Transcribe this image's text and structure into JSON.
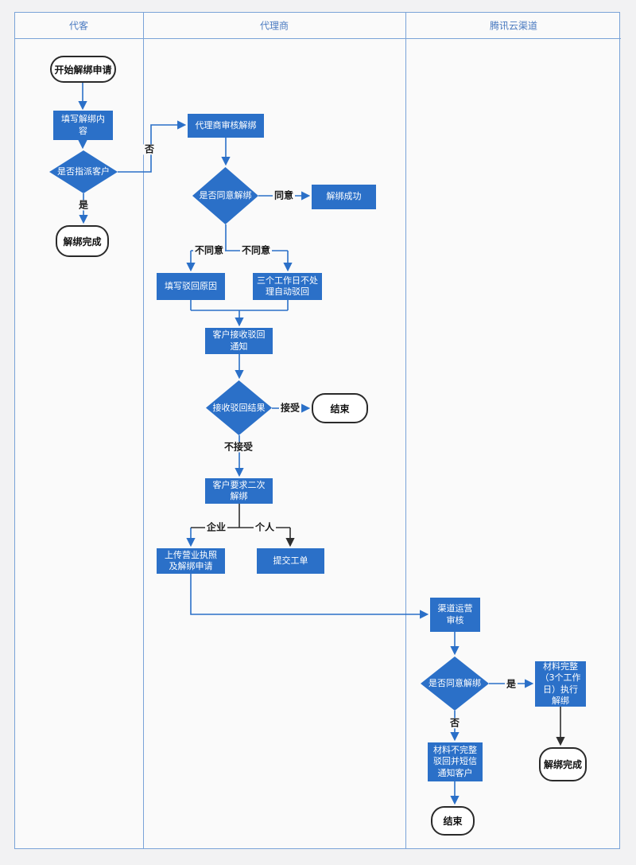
{
  "colors": {
    "node_blue": "#2b70c8",
    "connector_blue": "#2b70c8",
    "connector_black": "#2f2f2f",
    "lane_border": "#7aa3d8",
    "lane_bg": "#fafafa",
    "header_text": "#4a7ac0"
  },
  "lanes": {
    "customer": "代客",
    "agent": "代理商",
    "channel": "腾讯云渠道"
  },
  "nodes": {
    "start": "开始解绑申请",
    "fill_content": "填写解绑内\n容",
    "assigned_check": "是否指派客户",
    "unbind_done_1": "解绑完成",
    "agent_review": "代理商审核解绑",
    "agree_check_1": "是否同意解绑",
    "unbind_success": "解绑成功",
    "reject_reason": "填写驳回原因",
    "auto_reject": "三个工作日不处\n理自动驳回",
    "reject_notice": "客户接收驳回\n通知",
    "reject_result_check": "接收驳回结果",
    "end_1": "结束",
    "second_unbind": "客户要求二次\n解绑",
    "upload_license": "上传营业执照\n及解绑申请",
    "submit_ticket": "提交工单",
    "channel_review": "渠道运营\n审核",
    "agree_check_2": "是否同意解绑",
    "material_complete": "材料完整\n（3个工作\n日）执行\n解绑",
    "material_incomplete": "材料不完整\n驳回并短信\n通知客户",
    "end_2": "结束",
    "unbind_done_2": "解绑完成"
  },
  "edge_labels": {
    "no_1": "否",
    "yes_1": "是",
    "agree": "同意",
    "disagree_left": "不同意",
    "disagree_right": "不同意",
    "accept": "接受",
    "not_accept": "不接受",
    "enterprise": "企业",
    "personal": "个人",
    "yes_2": "是",
    "no_2": "否"
  }
}
